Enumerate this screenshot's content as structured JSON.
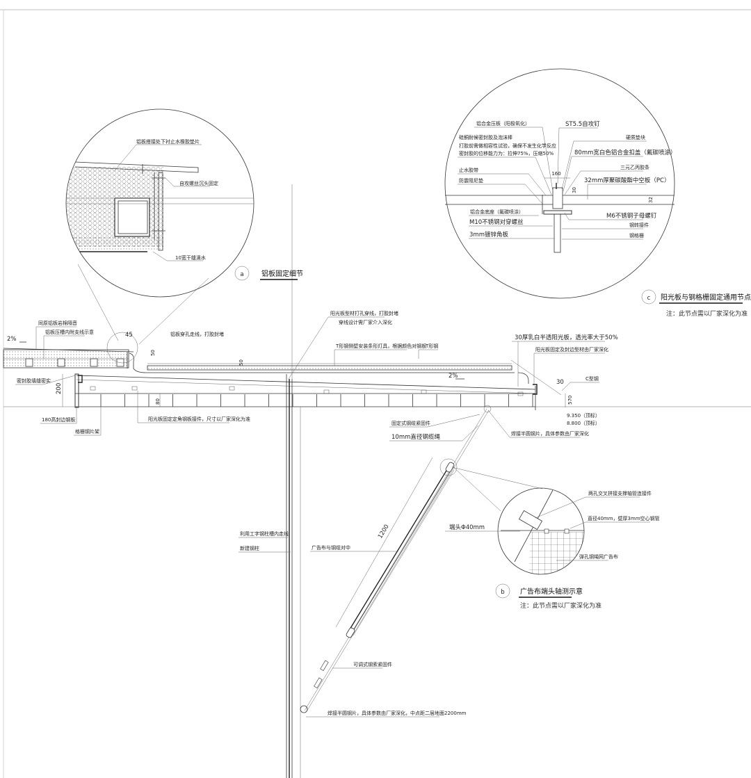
{
  "detail_a": {
    "marker": "a",
    "title": "铝板固定细节",
    "labels": [
      "铝板搭接处下衬止水橡胶垫片",
      "自攻螺丝沉头固定",
      "10宽干缝滴水"
    ]
  },
  "detail_b": {
    "marker": "b",
    "title": "广告布端头轴测示意",
    "note": "注：此节点需以厂家深化为准",
    "labels": [
      "两孔交叉拼接支撑轴管连接件",
      "直径40mm，壁厚3mm空心钢管",
      "端头Φ40mm",
      "弹孔钢绳网广告布"
    ]
  },
  "detail_c": {
    "marker": "c",
    "title": "阳光板与钢格栅固定通用节点示意",
    "note": "注：此节点需以厂家深化为准",
    "labels_left": [
      "铝合金压板（阳极氧化）",
      "硅酮耐候密封胶及泡沫棒",
      "打胶前需做相容性试验，确保不发生化学反应",
      "密封胶的位移能力为：拉伸75%，压缩50%",
      "止水胶带",
      "防震阻尼垫",
      "铝合金底座（氟碳喷涂）",
      "M10不锈钢对穿螺丝",
      "3mm镀锌角板"
    ],
    "labels_right": [
      "ST5.5自攻钉",
      "硬质垫块",
      "80mm宽白色铝合金扣盖（氟碳喷涂）",
      "三元乙丙胶条",
      "32mm厚聚碳酸酯中空板（PC）",
      "M6不锈钢子母螺钉",
      "钢转接件",
      "钢格栅"
    ],
    "dims": [
      "160",
      "30",
      "32"
    ]
  },
  "section": {
    "labels": [
      "同原铝板岩棉隔音",
      "铝板压槽内附支线示意",
      "铝板穿孔走线，打胶封堵",
      "阳光板型材打孔穿线，打胶封堵",
      "穿线设计需厂家介入深化",
      "T形钢侧壁安装条形灯具，根据颜色对钢板",
      "T形钢",
      "30厚乳白半透阳光板，透光率大于50%",
      "阳光板固定及封边型材由厂家深化",
      "C型钢",
      "密封胶填缝密实",
      "180高封边钢板",
      "格栅钢片架",
      "阳光板固定定角钢板接件，尺寸以厂家深化为准",
      "固定式钢缆紧固件",
      "10mm直径钢缆绳",
      "焊接半圆钢片，具体参数由厂家深化",
      "利用工字钢柱槽内走线",
      "新建钢柱",
      "广告布与钢缆对中",
      "可调式钢索紧固件",
      "焊接半圆钢片，具体参数由厂家深化，中点距二层地面2200mm"
    ],
    "dims": [
      "2%",
      "45",
      "50",
      "50",
      "2%",
      "30",
      "200",
      "80",
      "570",
      "1200"
    ],
    "levels": [
      "9.350（顶标）",
      "8.800（顶标）"
    ]
  }
}
